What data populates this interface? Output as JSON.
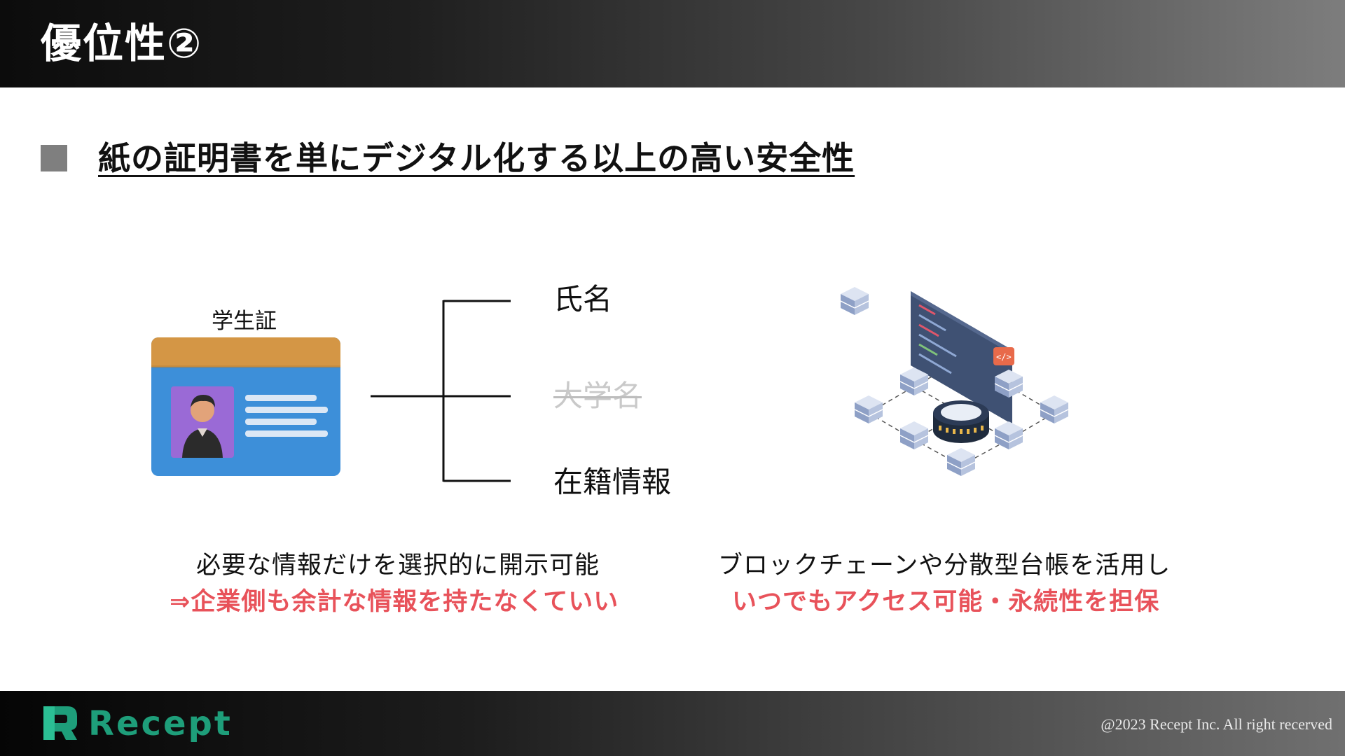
{
  "header": {
    "title": "優位性②"
  },
  "subtitle": {
    "text": "紙の証明書を単にデジタル化する以上の高い安全性"
  },
  "card": {
    "title": "学生証"
  },
  "fields": {
    "name": "氏名",
    "university": "大学名",
    "enrollment": "在籍情報"
  },
  "captions": {
    "left_line1": "必要な情報だけを選択的に開示可能",
    "left_line2": "⇒企業側も余計な情報を持たなくていい",
    "right_line1": "ブロックチェーンや分散型台帳を活用し",
    "right_line2": "いつでもアクセス可能・永続性を担保"
  },
  "footer": {
    "logo_text": "Recept",
    "copyright": "@2023 Recept Inc. All right recerved"
  },
  "colors": {
    "accent_red": "#e8525a",
    "brand_green": "#1e9e7a",
    "card_blue": "#3d8fd9",
    "card_top": "#d49645"
  },
  "icons": {
    "bullet": "square-bullet-icon",
    "card": "student-id-card-icon",
    "blockchain": "blockchain-network-icon",
    "logo": "recept-logo-icon"
  }
}
